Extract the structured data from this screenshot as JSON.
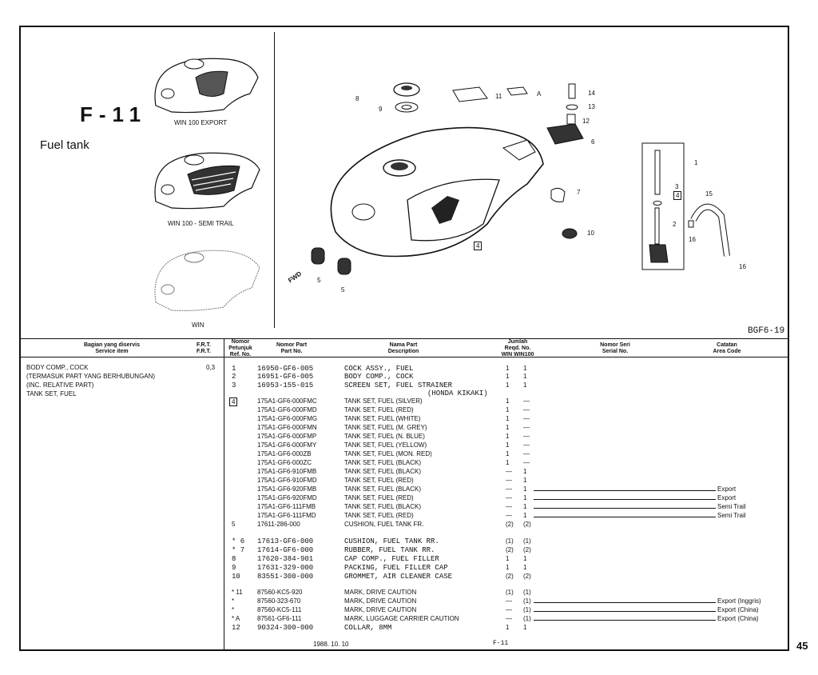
{
  "header": {
    "section_code": "F-11",
    "section_name": "Fuel tank",
    "diagram_code": "BGF6-19"
  },
  "variants": [
    {
      "caption": "WIN 100 EXPORT"
    },
    {
      "caption": "WIN 100 - SEMI TRAIL"
    },
    {
      "caption": "WIN"
    }
  ],
  "callouts": [
    "8",
    "9",
    "11",
    "A",
    "14",
    "13",
    "12",
    "6",
    "7",
    "10",
    "5",
    "5",
    "4",
    "1",
    "3",
    "4",
    "2",
    "15",
    "16",
    "16",
    "FWD"
  ],
  "table_headers": {
    "service_item": "Bagian yang diservis\nService item",
    "frt": "F.R.T.\nF.R.T.",
    "ref_no": "Nomor\nPetunjuk\nRef. No.",
    "part_no": "Nomor Part\nPart No.",
    "description": "Nama Part\nDescription",
    "qty": "Jumlah\nReqd. No.\nWIN WIN100",
    "serial_no": "Nomor Seri\nSerial No.",
    "area_code": "Catatan\nArea Code"
  },
  "service_items": [
    "BODY COMP., COCK",
    "(TERMASUK PART YANG BERHUBUNGAN)",
    "(INC. RELATIVE PART)",
    "TANK SET, FUEL"
  ],
  "frt_value": "0,3",
  "rows": [
    {
      "ref": "1",
      "part": "16950-GF6-005",
      "desc": "COCK ASSY., FUEL",
      "win": "1",
      "win100": "1",
      "area": ""
    },
    {
      "ref": "2",
      "part": "16951-GF6-005",
      "desc": "BODY COMP., COCK",
      "win": "1",
      "win100": "1",
      "area": ""
    },
    {
      "ref": "3",
      "part": "16953-155-015",
      "desc": "SCREEN SET, FUEL STRAINER",
      "win": "1",
      "win100": "1",
      "area": ""
    },
    {
      "ref": "",
      "part": "",
      "desc": "(HONDA KIKAKI)",
      "win": "",
      "win100": "",
      "area": ""
    },
    {
      "ref": "4",
      "part": "175A1-GF6-000FMC",
      "desc": "TANK SET, FUEL (SILVER)",
      "win": "1",
      "win100": "—",
      "area": ""
    },
    {
      "ref": "",
      "part": "175A1-GF6-000FMD",
      "desc": "TANK SET, FUEL (RED)",
      "win": "1",
      "win100": "—",
      "area": ""
    },
    {
      "ref": "",
      "part": "175A1-GF6-000FMG",
      "desc": "TANK SET, FUEL (WHITE)",
      "win": "1",
      "win100": "—",
      "area": ""
    },
    {
      "ref": "",
      "part": "175A1-GF6-000FMN",
      "desc": "TANK SET, FUEL (M. GREY)",
      "win": "1",
      "win100": "—",
      "area": ""
    },
    {
      "ref": "",
      "part": "175A1-GF6-000FMP",
      "desc": "TANK SET, FUEL (N. BLUE)",
      "win": "1",
      "win100": "—",
      "area": ""
    },
    {
      "ref": "",
      "part": "175A1-GF6-000FMY",
      "desc": "TANK SET, FUEL (YELLOW)",
      "win": "1",
      "win100": "—",
      "area": ""
    },
    {
      "ref": "",
      "part": "175A1-GF6-000ZB",
      "desc": "TANK SET, FUEL (MON. RED)",
      "win": "1",
      "win100": "—",
      "area": ""
    },
    {
      "ref": "",
      "part": "175A1-GF6-000ZC",
      "desc": "TANK SET, FUEL (BLACK)",
      "win": "1",
      "win100": "—",
      "area": ""
    },
    {
      "ref": "",
      "part": "175A1-GF6-910FMB",
      "desc": "TANK SET, FUEL (BLACK)",
      "win": "—",
      "win100": "1",
      "area": ""
    },
    {
      "ref": "",
      "part": "175A1-GF6-910FMD",
      "desc": "TANK SET, FUEL (RED)",
      "win": "—",
      "win100": "1",
      "area": ""
    },
    {
      "ref": "",
      "part": "175A1-GF6-920FMB",
      "desc": "TANK SET, FUEL (BLACK)",
      "win": "—",
      "win100": "1",
      "area": "Export"
    },
    {
      "ref": "",
      "part": "175A1-GF6-920FMD",
      "desc": "TANK SET, FUEL (RED)",
      "win": "—",
      "win100": "1",
      "area": "Export"
    },
    {
      "ref": "",
      "part": "175A1-GF6-111FMB",
      "desc": "TANK SET, FUEL (BLACK)",
      "win": "—",
      "win100": "1",
      "area": "Semi Trail"
    },
    {
      "ref": "",
      "part": "175A1-GF6-111FMD",
      "desc": "TANK SET, FUEL (RED)",
      "win": "—",
      "win100": "1",
      "area": "Semi Trail"
    },
    {
      "ref": "5",
      "part": "17611-286-000",
      "desc": "CUSHION, FUEL TANK FR.",
      "win": "(2)",
      "win100": "(2)",
      "area": ""
    },
    {
      "ref": "* 6",
      "part": "17613-GF6-000",
      "desc": "CUSHION, FUEL TANK RR.",
      "win": "(1)",
      "win100": "(1)",
      "area": ""
    },
    {
      "ref": "* 7",
      "part": "17614-GF6-000",
      "desc": "RUBBER, FUEL TANK RR.",
      "win": "(2)",
      "win100": "(2)",
      "area": ""
    },
    {
      "ref": "8",
      "part": "17620-384-901",
      "desc": "CAP COMP., FUEL FILLER",
      "win": "1",
      "win100": "1",
      "area": ""
    },
    {
      "ref": "9",
      "part": "17631-329-000",
      "desc": "PACKING, FUEL FILLER CAP",
      "win": "1",
      "win100": "1",
      "area": ""
    },
    {
      "ref": "10",
      "part": "83551-300-000",
      "desc": "GROMMET, AIR CLEANER CASE",
      "win": "(2)",
      "win100": "(2)",
      "area": ""
    },
    {
      "ref": "* 11",
      "part": "87560-KC5-920",
      "desc": "MARK, DRIVE CAUTION",
      "win": "(1)",
      "win100": "(1)",
      "area": ""
    },
    {
      "ref": "*",
      "part": "87560-323-670",
      "desc": "MARK, DRIVE CAUTION",
      "win": "—",
      "win100": "(1)",
      "area": "Export (Inggris)"
    },
    {
      "ref": "*",
      "part": "87560-KC5-111",
      "desc": "MARK, DRIVE CAUTION",
      "win": "—",
      "win100": "(1)",
      "area": "Export (China)"
    },
    {
      "ref": "* A",
      "part": "87561-GF6-111",
      "desc": "MARK, LUGGAGE CARRIER CAUTION",
      "win": "—",
      "win100": "(1)",
      "area": "Export (China)"
    },
    {
      "ref": "12",
      "part": "90324-300-000",
      "desc": "COLLAR, 8MM",
      "win": "1",
      "win100": "1",
      "area": ""
    }
  ],
  "footer": {
    "date": "1988. 10. 10",
    "code": "F-11",
    "page_number": "45"
  }
}
